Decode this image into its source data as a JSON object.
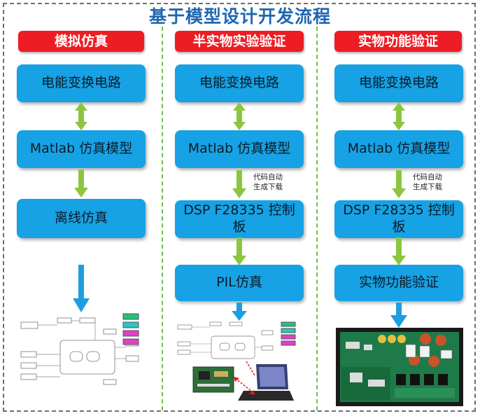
{
  "title": "基于模型设计开发流程",
  "columns": [
    {
      "header": "模拟仿真",
      "boxes": [
        "电能变换电路",
        "Matlab 仿真模型",
        "离线仿真"
      ]
    },
    {
      "header": "半实物实验验证",
      "boxes": [
        "电能变换电路",
        "Matlab 仿真模型",
        "DSP F28335 控制板",
        "PIL仿真"
      ],
      "note": [
        "代码自动",
        "生成下载"
      ]
    },
    {
      "header": "实物功能验证",
      "boxes": [
        "电能变换电路",
        "Matlab 仿真模型",
        "DSP F28335 控制板",
        "实物功能验证"
      ],
      "note": [
        "代码自动",
        "生成下载"
      ]
    }
  ],
  "colors": {
    "title": "#1f67b1",
    "header_bg": "#ee1c24",
    "box_bg": "#16a2e4",
    "green_arrow": "#8cc63f",
    "blue_arrow": "#1d9ee0",
    "divider": "#6fbf4a"
  },
  "icons": [
    "simulink-diagram-image",
    "control-board-photo",
    "laptop-photo",
    "power-hardware-photo"
  ]
}
